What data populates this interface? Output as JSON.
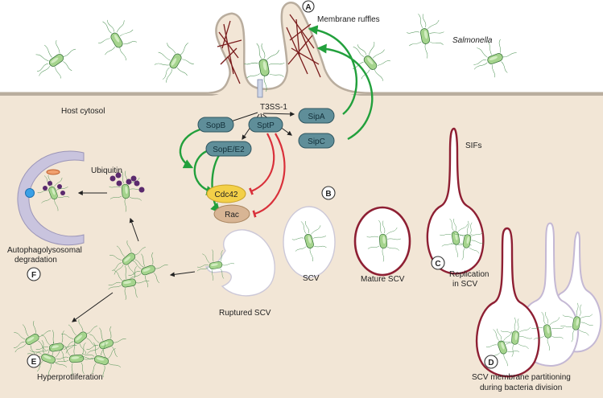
{
  "labels": {
    "membrane_ruffles": "Membrane ruffles",
    "salmonella": "Salmonella",
    "t3ss1": "T3SS-1",
    "host_cytosol": "Host cytosol",
    "sifs": "SIFs",
    "ubiquitin": "Ubiquitin",
    "autophago_line1": "Autophagolysosomal",
    "autophago_line2": "degradation",
    "scv": "SCV",
    "mature_scv": "Mature SCV",
    "replication_line1": "Replication",
    "replication_line2": "in SCV",
    "ruptured_scv": "Ruptured SCV",
    "hyperproliferation": "Hyperprotliferation",
    "partition_line1": "SCV membrane partitioning",
    "partition_line2": "during bacteria division"
  },
  "effectors": {
    "sopb": "SopB",
    "sptp": "SptP",
    "sipa": "SipA",
    "sipc": "SipC",
    "sope": "SopE/E2"
  },
  "gtpases": {
    "cdc42": "Cdc42",
    "rac": "Rac"
  },
  "markers": {
    "a": "A",
    "b": "B",
    "c": "C",
    "d": "D",
    "e": "E",
    "f": "F"
  },
  "colors": {
    "cytosol": "#f2e6d6",
    "membrane": "#b9ad9e",
    "effector_pill": "#5f8e99",
    "gtpase_cdc42": "#f3d048",
    "gtpase_rac": "#d8b594",
    "activation_arrow": "#22a03c",
    "inhibition_arrow": "#d9303a",
    "mature_scv_membrane": "#8e1f33",
    "autophagosome": "#c9c4de",
    "ubiquitin": "#5b2a6e",
    "bacterium": "#8dc77a",
    "actin": "#7a1c1c"
  },
  "icons": [
    "salmonella-bacterium-icon",
    "actin-filament-icon",
    "ubiquitin-chain-icon"
  ]
}
